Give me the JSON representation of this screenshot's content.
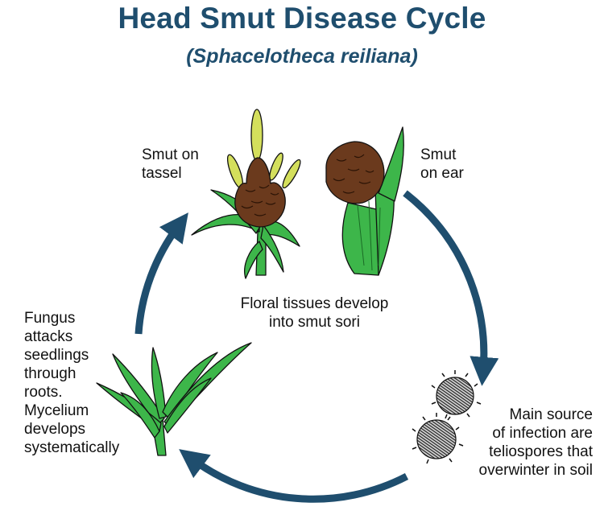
{
  "title": "Head Smut Disease Cycle",
  "subtitle": "(Sphacelotheca reiliana)",
  "colors": {
    "title": "#1f4e6e",
    "arrow": "#1f4e6e",
    "leaf": "#3db64a",
    "tassel": "#d4df5c",
    "smut": "#6b3a1d"
  },
  "stages": {
    "tassel": [
      "Smut on",
      "tassel"
    ],
    "ear": [
      "Smut",
      "on ear"
    ],
    "center": [
      "Floral tissues develop",
      "into smut sori"
    ],
    "seedling": [
      "Fungus",
      "attacks",
      "seedlings",
      "through",
      "roots.",
      "Mycelium",
      "develops",
      "systematically"
    ],
    "spores": [
      "Main source",
      "of infection are",
      "teliospores that",
      "overwinter in soil"
    ]
  },
  "icons": [
    "smut-tassel-icon",
    "smut-ear-icon",
    "seedling-icon",
    "teliospore-icon"
  ]
}
